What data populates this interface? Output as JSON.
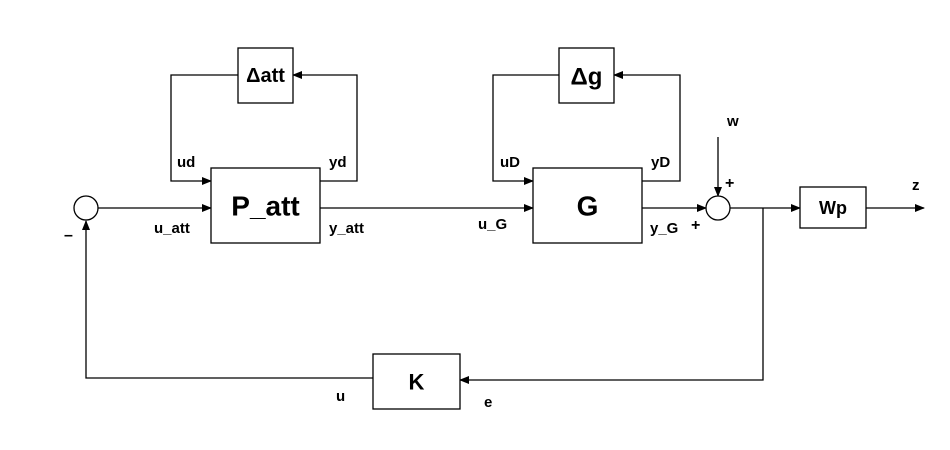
{
  "blocks": {
    "delta_att": "Δatt",
    "p_att": "P_att",
    "delta_g": "Δg",
    "g": "G",
    "wp": "Wp",
    "k": "K"
  },
  "signals": {
    "ud": "ud",
    "yd": "yd",
    "u_att": "u_att",
    "y_att": "y_att",
    "uD": "uD",
    "yD": "yD",
    "u_G": "u_G",
    "y_G": "y_G",
    "w": "w",
    "z": "z",
    "u": "u",
    "e": "e"
  },
  "signs": {
    "feedback_minus": "–",
    "plant_plus": "+",
    "disturbance_plus": "+"
  }
}
